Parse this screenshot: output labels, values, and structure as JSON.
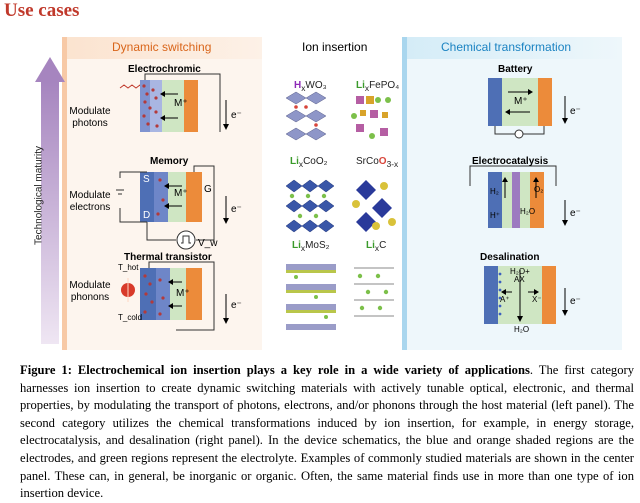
{
  "title": "Use cases",
  "headers": {
    "left": "Dynamic switching",
    "center": "Ion insertion",
    "right": "Chemical transformation"
  },
  "axis_label": "Technological maturity",
  "left_panel": {
    "items": [
      {
        "title": "Electrochromic",
        "modulate": "Modulate photons",
        "ion": "M⁺",
        "electron": "e⁻"
      },
      {
        "title": "Memory",
        "modulate": "Modulate electrons",
        "ion": "M⁺",
        "electron": "e⁻",
        "labels": [
          "S",
          "D",
          "G"
        ],
        "pulse": "V_w"
      },
      {
        "title": "Thermal transistor",
        "modulate": "Modulate phonons",
        "ion": "M⁺",
        "electron": "e⁻",
        "labels": [
          "T_hot",
          "T_cold"
        ]
      }
    ]
  },
  "center_panel": {
    "materials": [
      {
        "prefix": "H",
        "rest": "WO₃",
        "sub": "x"
      },
      {
        "prefix": "Li",
        "rest": "FePO₄",
        "sub": "x"
      },
      {
        "prefix": "Li",
        "rest": "CoO₂",
        "sub": "x"
      },
      {
        "prefix": "SrCo",
        "rest": "O",
        "sub": "3-x"
      },
      {
        "prefix": "Li",
        "rest": "MoS₂",
        "sub": "x"
      },
      {
        "prefix": "Li",
        "rest": "C",
        "sub": "x"
      }
    ]
  },
  "right_panel": {
    "items": [
      {
        "title": "Battery",
        "ion": "M⁺",
        "electron": "e⁻"
      },
      {
        "title": "Electrocatalysis",
        "electron": "e⁻",
        "labels": [
          "H₂",
          "H⁺",
          "O₂",
          "H₂O"
        ]
      },
      {
        "title": "Desalination",
        "electron": "e⁻",
        "labels": [
          "H₂O+",
          "AX",
          "A⁺",
          "X⁻",
          "H₂O"
        ]
      }
    ]
  },
  "caption": {
    "bold": "Figure 1: Electrochemical ion insertion plays a key role in a wide variety of applications",
    "text": ". The first category harnesses ion insertion to create dynamic switching materials with actively tunable optical, electronic, and thermal properties, by modulating the transport of photons, electrons, and/or phonons through the host material (left panel). The second category utilizes the chemical transformations induced by ion insertion, for example, in energy storage, electrocatalysis, and desalination (right panel). In the device schematics, the blue and orange shaded regions are the electrodes, and green regions represent the electrolyte. Examples of commonly studied materials are shown in the center panel. These can, in general, be inorganic or organic. Often, the same material finds use in more than one type of ion insertion device."
  },
  "colors": {
    "title": "#c0392b",
    "left_accent": "#d9651a",
    "right_accent": "#1b83c2",
    "electrode_blue": "#4e6fb5",
    "electrode_orange": "#ec8b3a",
    "electrolyte_green": "#cfe6c3"
  }
}
